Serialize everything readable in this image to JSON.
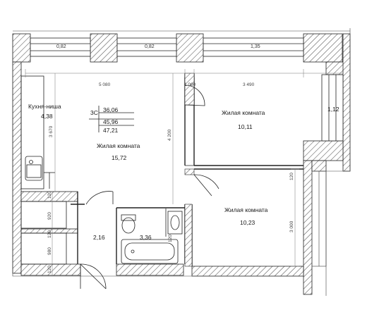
{
  "rooms": {
    "kitchen": {
      "label": "Кухня-ниша",
      "area": "4,38"
    },
    "living_main": {
      "label": "Жилая комната",
      "area": "15,72"
    },
    "bedroom_1": {
      "label": "Жилая комната",
      "area": "10,11"
    },
    "bedroom_2": {
      "label": "Жилая комната",
      "area": "10,23"
    },
    "hall": {
      "area": "2,16"
    },
    "bathroom": {
      "area": "3,36"
    },
    "balcony": {
      "area": "1,12"
    }
  },
  "summary": {
    "type": "3С",
    "living_area": "36,06",
    "total_area": "45,96",
    "area_with_balcony": "47,21"
  },
  "windows": [
    "0,82",
    "0,82",
    "1,35"
  ],
  "dimensions": {
    "top_left": "5 080",
    "top_mid": "1 080",
    "top_right": "3 490",
    "left_vertical": "3 670",
    "center_vertical": "4 200",
    "right_vertical_small": "120",
    "right_vertical": "3 000",
    "left_stack_1": "120",
    "left_stack_2": "920",
    "left_stack_3": "120",
    "left_stack_4": "980",
    "left_stack_5": "120",
    "bath_vertical": "120"
  }
}
